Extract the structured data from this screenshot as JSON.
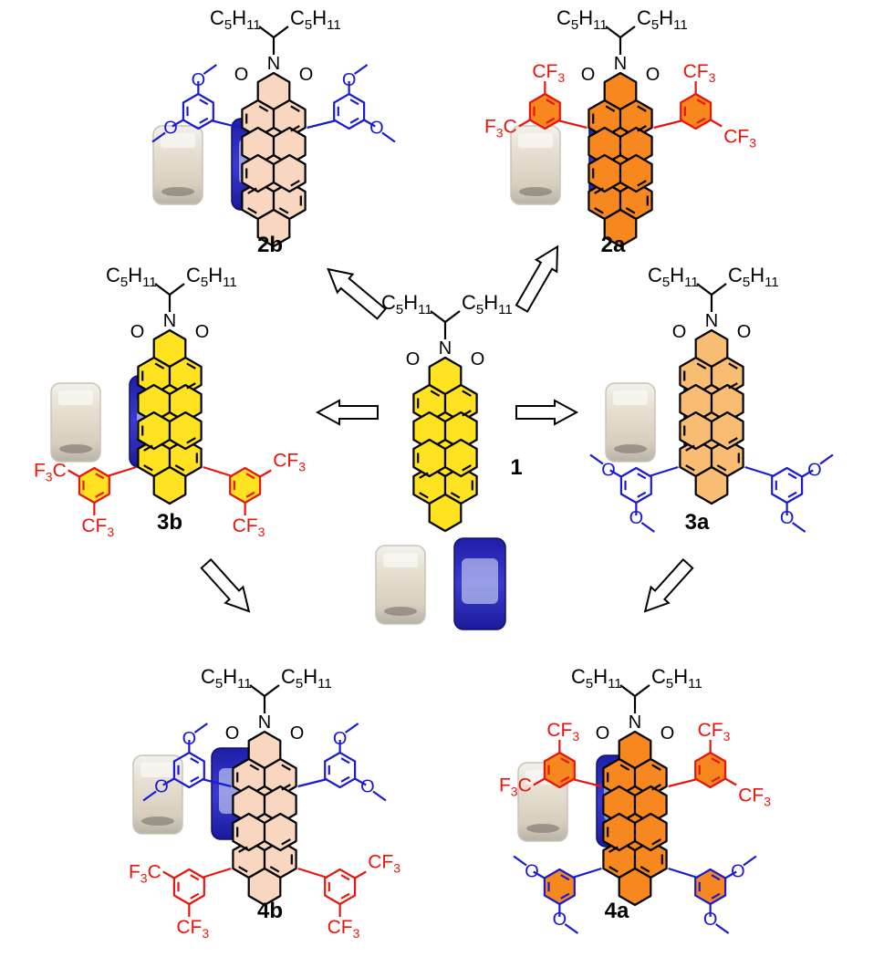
{
  "colors": {
    "methoxy_blue": "#1a1ad0",
    "cf3_red": "#e8150e",
    "fill_yellow": "#ffe320",
    "fill_light_orange": "#f8bd72",
    "fill_orange": "#f6881f",
    "fill_peach": "#f9d6bf",
    "vial_uv_blue": "#2424b8"
  },
  "chain_label": {
    "c": "C",
    "n5": "5",
    "h": "H",
    "n11": "11"
  },
  "atoms": {
    "N": "N",
    "O": "O"
  },
  "cf3_label": {
    "cf": "CF",
    "three": "3"
  },
  "cf3_prefix_label": {
    "f": "F",
    "three": "3",
    "c": "C"
  },
  "compounds": [
    {
      "id": "1",
      "label": "1",
      "core_color": "fill_yellow"
    },
    {
      "id": "2a",
      "label": "2a",
      "core_color": "fill_orange",
      "substituents": "CF3 (bay, imide side)"
    },
    {
      "id": "2b",
      "label": "2b",
      "core_color": "fill_peach",
      "substituents": "OMe (imide side)"
    },
    {
      "id": "3a",
      "label": "3a",
      "core_color": "fill_light_orange",
      "substituents": "OMe (peri side)"
    },
    {
      "id": "3b",
      "label": "3b",
      "core_color": "fill_yellow",
      "substituents": "CF3 (peri side)"
    },
    {
      "id": "4a",
      "label": "4a",
      "core_color": "fill_orange",
      "substituents": "CF3 top, OMe bottom"
    },
    {
      "id": "4b",
      "label": "4b",
      "core_color": "fill_peach",
      "substituents": "OMe top, CF3 bottom"
    }
  ]
}
